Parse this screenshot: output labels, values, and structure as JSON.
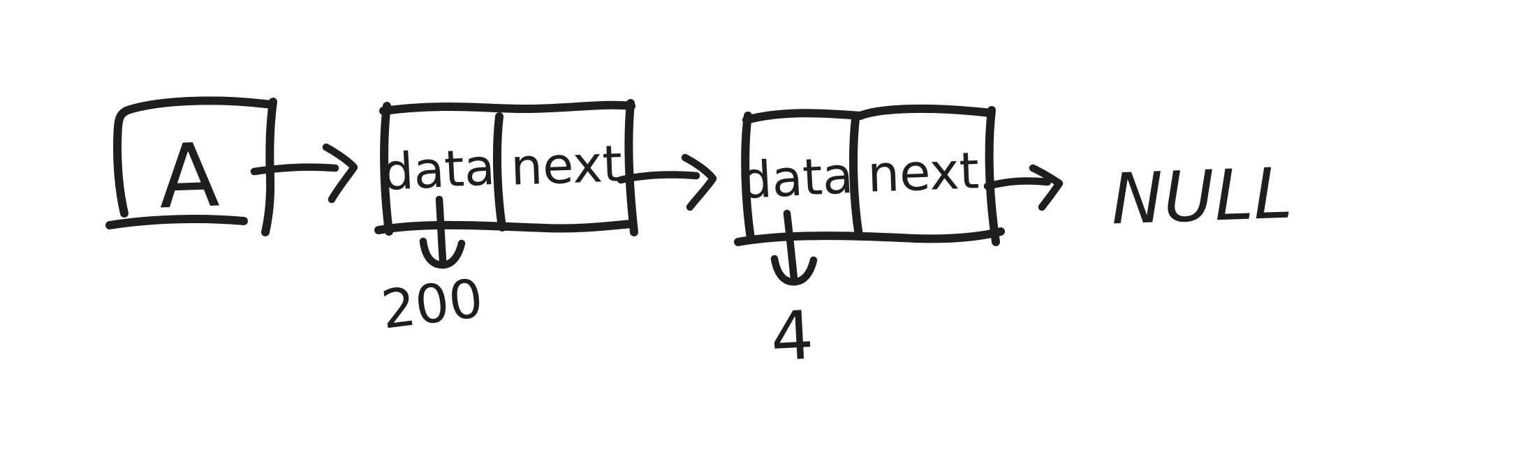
{
  "colors": {
    "ink": "#1e1e1e",
    "background": "#ffffff"
  },
  "diagram": {
    "kind": "singly-linked-list-sketch",
    "head": {
      "label": "A"
    },
    "nodes": [
      {
        "fields": {
          "data": "data",
          "next": "next"
        },
        "data_value": "200"
      },
      {
        "fields": {
          "data": "data",
          "next": "next"
        },
        "data_value": "4"
      }
    ],
    "terminator_label": "NULL",
    "edges": [
      {
        "from": "head",
        "to": "node-1"
      },
      {
        "from": "node-1.next",
        "to": "node-2"
      },
      {
        "from": "node-2.next",
        "to": "terminator"
      },
      {
        "from": "node-1.data",
        "to": "value-200"
      },
      {
        "from": "node-2.data",
        "to": "value-4"
      }
    ]
  }
}
